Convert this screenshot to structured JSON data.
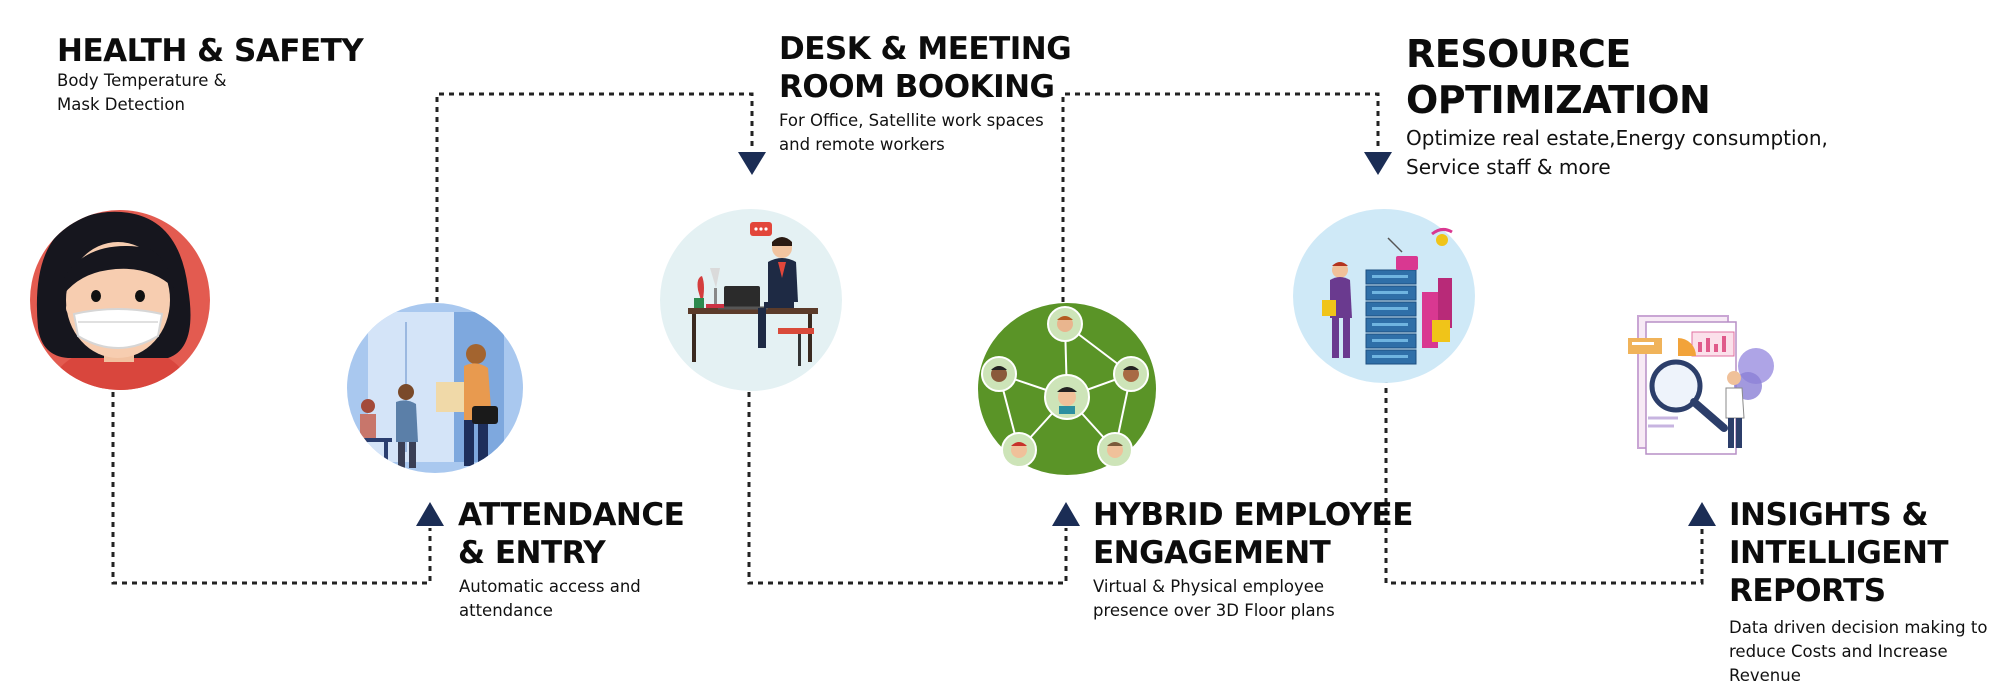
{
  "steps": {
    "health": {
      "title": [
        "HEALTH & SAFETY"
      ],
      "desc": [
        "Body Temperature &",
        "Mask Detection"
      ],
      "icon": "masked-person-illustration"
    },
    "attendance": {
      "title": [
        "ATTENDANCE",
        "& ENTRY"
      ],
      "desc": [
        "Automatic access and",
        "attendance"
      ],
      "icon": "office-entry-illustration"
    },
    "desk": {
      "title": [
        "DESK & MEETING",
        "ROOM BOOKING"
      ],
      "desc": [
        "For Office, Satellite work spaces",
        "and remote workers"
      ],
      "icon": "desk-worker-illustration"
    },
    "hybrid": {
      "title": [
        "HYBRID EMPLOYEE",
        "ENGAGEMENT"
      ],
      "desc": [
        "Virtual & Physical employee",
        "presence over 3D Floor plans"
      ],
      "icon": "employee-network-illustration"
    },
    "resource": {
      "title": [
        "RESOURCE",
        "OPTIMIZATION"
      ],
      "desc": [
        "Optimize real estate,Energy consumption,",
        "Service staff & more"
      ],
      "icon": "server-stack-illustration"
    },
    "insights": {
      "title": [
        "INSIGHTS &",
        "INTELLIGENT",
        "REPORTS"
      ],
      "desc": [
        "Data driven decision making to",
        "reduce Costs and Increase Revenue"
      ],
      "icon": "analytics-magnifier-illustration"
    }
  },
  "colors": {
    "arrow": "#1b2d55",
    "connector": "#222222",
    "health_bg": "#e35b50",
    "attendance_bg": "#a9c8ef",
    "desk_bg": "#e4f1f3",
    "hybrid_bg": "#5a9427",
    "resource_bg": "#cfe9f7"
  }
}
